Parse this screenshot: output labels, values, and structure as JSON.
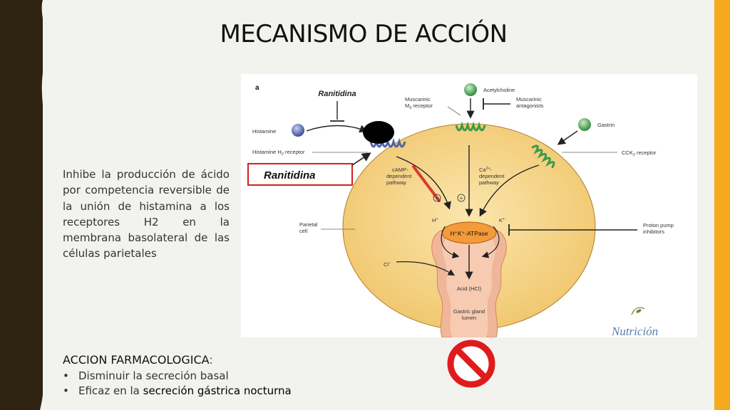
{
  "slide": {
    "title": "MECANISMO DE ACCIÓN",
    "description": "Inhibe la producción de ácido por competencia reversible de la unión de histamina a los receptores H2 en la membrana basolateral de las células parietales",
    "pharmacological_action": {
      "heading": "ACCION FARMACOLOGICA",
      "heading_suffix": ":",
      "bullets": [
        {
          "bullet": "•",
          "text": "Disminuir la secreción basal",
          "emphasis": ""
        },
        {
          "bullet": "•",
          "text": "Eficaz en la ",
          "emphasis": "secreción gástrica nocturna"
        }
      ]
    },
    "prohibition_icon": "no-entry-icon"
  },
  "diagram": {
    "panel_letter": "a",
    "drug_label_top": "Ranitidina",
    "drug_label_box": "Ranitidina",
    "histamine": "Histamine",
    "h2_receptor": [
      "Histamine H",
      "2",
      " receptor"
    ],
    "muscarinic_receptor": [
      "Muscarinic",
      "M",
      "3",
      " receptor"
    ],
    "acetylcholine": "Acetylcholine",
    "muscarinic_antagonists": [
      "Muscarinic",
      "antagonists"
    ],
    "gastrin": "Gastrin",
    "cck2_receptor": [
      "CCK",
      "2",
      " receptor"
    ],
    "camp_pathway": [
      "cAMP-",
      "dependent",
      "pathway"
    ],
    "ca_pathway": [
      "Ca",
      "2+",
      "-",
      "dependent",
      "pathway"
    ],
    "plus_sign": "+",
    "h_ion": [
      "H",
      "+"
    ],
    "k_ion": [
      "K",
      "+"
    ],
    "pump": "H⁺K⁺-ATPase",
    "parietal_cell": [
      "Parietal",
      "cell"
    ],
    "proton_pump_inhibitors": [
      "Proton pump",
      "inhibitors"
    ],
    "cl_ion": [
      "Cl",
      "−"
    ],
    "acid": "Acid (HCl)",
    "gastric_lumen": [
      "Gastric gland",
      "lumen"
    ],
    "watermark": "Nutrición",
    "colors": {
      "cell_fill": "#f6d68c",
      "lumen_fill": "#f0b69a",
      "pump_fill": "#f39a3a",
      "receptor_blue": "#5064a6",
      "receptor_green": "#3a9a4a",
      "highlight_red": "#d42020"
    }
  }
}
